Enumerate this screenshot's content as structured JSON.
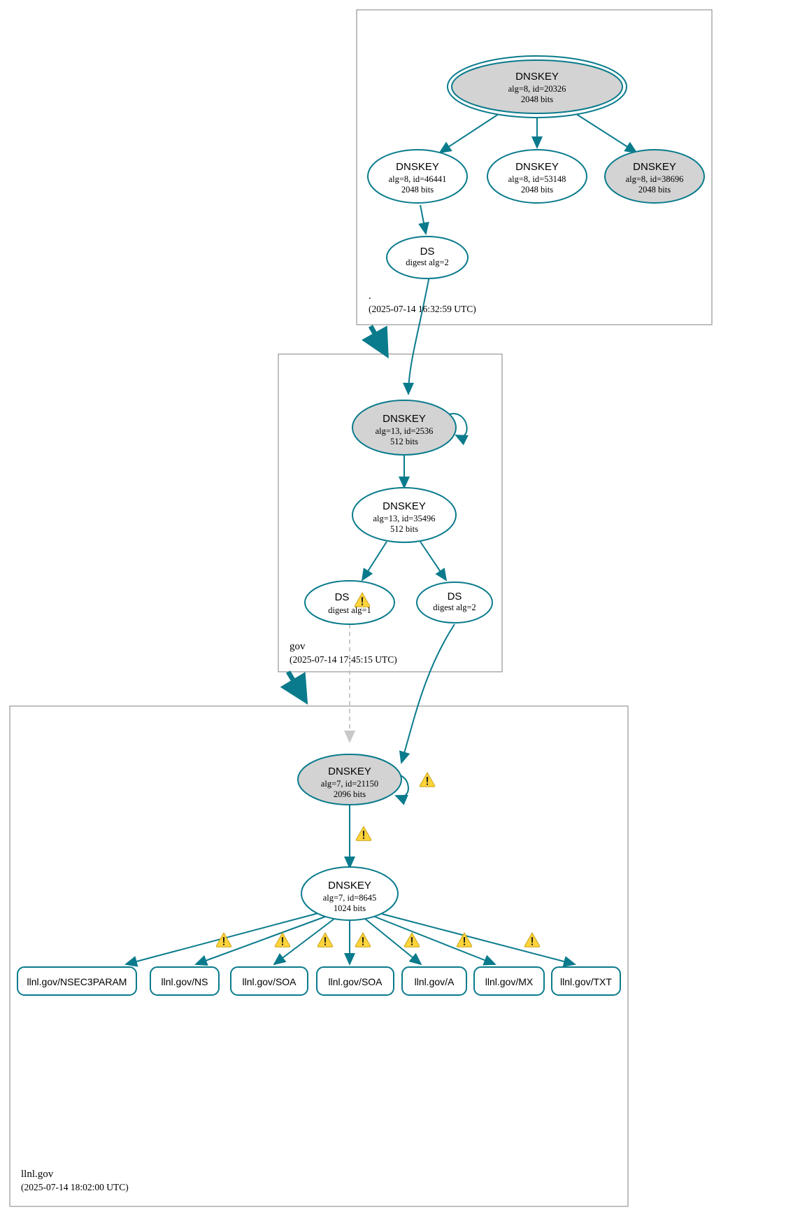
{
  "diagram": {
    "type": "dnssec-authentication-chain",
    "colors": {
      "edge": "#0a7b8c",
      "node_border": "#0a7b8c",
      "node_fill_secure": "#d3d3d3",
      "node_fill_plain": "#ffffff",
      "zone_border": "#808080",
      "warning": "#ffd43b",
      "dashed_edge": "#c8c8c8"
    }
  },
  "zones": [
    {
      "id": "root",
      "name": ".",
      "timestamp": "(2025-07-14 16:32:59 UTC)",
      "nodes": [
        {
          "id": "root-ksk-20326",
          "kind": "DNSKEY",
          "title": "DNSKEY",
          "line2": "alg=8, id=20326",
          "line3": "2048 bits",
          "fill": "gray",
          "double_border": true,
          "self_loop": true,
          "warning": false
        },
        {
          "id": "root-zsk-46441",
          "kind": "DNSKEY",
          "title": "DNSKEY",
          "line2": "alg=8, id=46441",
          "line3": "2048 bits",
          "fill": "white",
          "double_border": false,
          "self_loop": false,
          "warning": false
        },
        {
          "id": "root-zsk-53148",
          "kind": "DNSKEY",
          "title": "DNSKEY",
          "line2": "alg=8, id=53148",
          "line3": "2048 bits",
          "fill": "white",
          "double_border": false,
          "self_loop": false,
          "warning": false
        },
        {
          "id": "root-zsk-38696",
          "kind": "DNSKEY",
          "title": "DNSKEY",
          "line2": "alg=8, id=38696",
          "line3": "2048 bits",
          "fill": "gray",
          "double_border": false,
          "self_loop": false,
          "warning": false
        },
        {
          "id": "root-ds-2",
          "kind": "DS",
          "title": "DS",
          "line2": "digest alg=2",
          "line3": "",
          "fill": "white",
          "double_border": false,
          "self_loop": false,
          "warning": false
        }
      ]
    },
    {
      "id": "gov",
      "name": "gov",
      "timestamp": "(2025-07-14 17:45:15 UTC)",
      "nodes": [
        {
          "id": "gov-ksk-2536",
          "kind": "DNSKEY",
          "title": "DNSKEY",
          "line2": "alg=13, id=2536",
          "line3": "512 bits",
          "fill": "gray",
          "double_border": false,
          "self_loop": true,
          "warning": false
        },
        {
          "id": "gov-zsk-35496",
          "kind": "DNSKEY",
          "title": "DNSKEY",
          "line2": "alg=13, id=35496",
          "line3": "512 bits",
          "fill": "white",
          "double_border": false,
          "self_loop": false,
          "warning": false
        },
        {
          "id": "gov-ds-1",
          "kind": "DS",
          "title": "DS",
          "line2": "digest alg=1",
          "line3": "",
          "fill": "white",
          "double_border": false,
          "self_loop": false,
          "warning": true
        },
        {
          "id": "gov-ds-2",
          "kind": "DS",
          "title": "DS",
          "line2": "digest alg=2",
          "line3": "",
          "fill": "white",
          "double_border": false,
          "self_loop": false,
          "warning": false
        }
      ]
    },
    {
      "id": "llnlgov",
      "name": "llnl.gov",
      "timestamp": "(2025-07-14 18:02:00 UTC)",
      "nodes": [
        {
          "id": "llnl-ksk-21150",
          "kind": "DNSKEY",
          "title": "DNSKEY",
          "line2": "alg=7, id=21150",
          "line3": "2096 bits",
          "fill": "gray",
          "double_border": false,
          "self_loop": true,
          "warning": true
        },
        {
          "id": "llnl-zsk-8645",
          "kind": "DNSKEY",
          "title": "DNSKEY",
          "line2": "alg=7, id=8645",
          "line3": "1024 bits",
          "fill": "white",
          "double_border": false,
          "self_loop": false,
          "warning": false
        }
      ],
      "rrsets": [
        {
          "id": "rr-nsec3param",
          "label": "llnl.gov/NSEC3PARAM",
          "warning": true
        },
        {
          "id": "rr-ns",
          "label": "llnl.gov/NS",
          "warning": true
        },
        {
          "id": "rr-soa-1",
          "label": "llnl.gov/SOA",
          "warning": true
        },
        {
          "id": "rr-soa-2",
          "label": "llnl.gov/SOA",
          "warning": true
        },
        {
          "id": "rr-a",
          "label": "llnl.gov/A",
          "warning": true
        },
        {
          "id": "rr-mx",
          "label": "llnl.gov/MX",
          "warning": true
        },
        {
          "id": "rr-txt",
          "label": "llnl.gov/TXT",
          "warning": true
        }
      ]
    }
  ],
  "icons": {
    "warning": "warning-triangle-icon"
  }
}
